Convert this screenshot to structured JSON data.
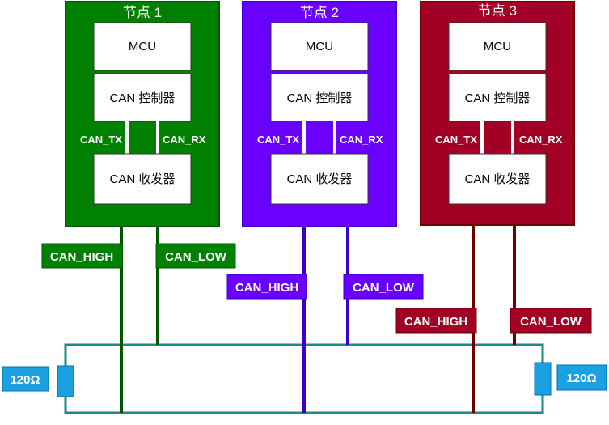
{
  "nodes": [
    {
      "title": "节点 1",
      "mcu": "MCU",
      "controller": "CAN 控制器",
      "tx": "CAN_TX",
      "rx": "CAN_RX",
      "transceiver": "CAN 收发器",
      "can_high": "CAN_HIGH",
      "can_low": "CAN_LOW",
      "color": "#008000"
    },
    {
      "title": "节点 2",
      "mcu": "MCU",
      "controller": "CAN 控制器",
      "tx": "CAN_TX",
      "rx": "CAN_RX",
      "transceiver": "CAN 收发器",
      "can_high": "CAN_HIGH",
      "can_low": "CAN_LOW",
      "color": "#6a00ff"
    },
    {
      "title": "节点 3",
      "mcu": "MCU",
      "controller": "CAN 控制器",
      "tx": "CAN_TX",
      "rx": "CAN_RX",
      "transceiver": "CAN 收发器",
      "can_high": "CAN_HIGH",
      "can_low": "CAN_LOW",
      "color": "#a20025"
    }
  ],
  "terminators": [
    "120Ω",
    "120Ω"
  ],
  "colors": {
    "bus": "#1a8a8a",
    "resistor": "#1ba1e2",
    "line1": "#005700",
    "line2": "#3700cc",
    "line3": "#6f0000"
  }
}
